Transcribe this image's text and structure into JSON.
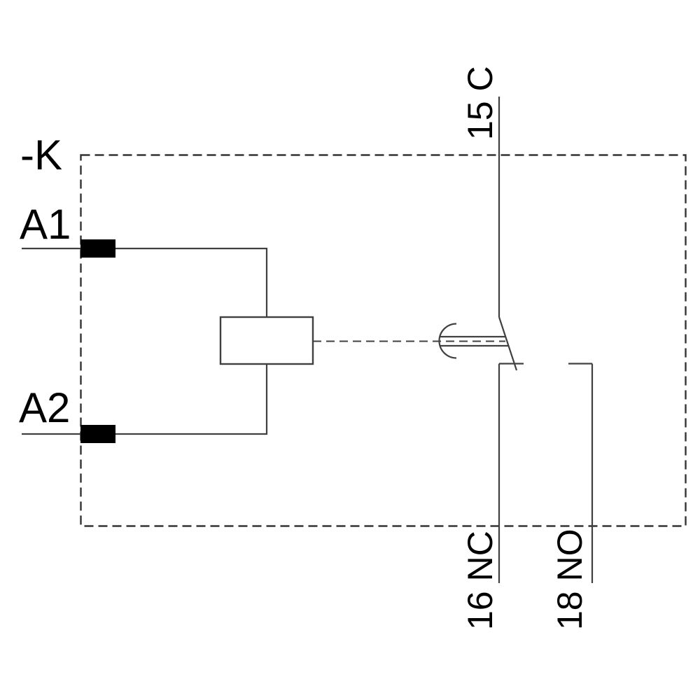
{
  "diagram": {
    "kind": "relay-coil-with-changeover-contact-schematic",
    "component_ref": "-K",
    "coil": {
      "terminal_a1": "A1",
      "terminal_a2": "A2"
    },
    "contact": {
      "common_label": "15 C",
      "nc_label": "16 NC",
      "no_label": "18 NO"
    },
    "colors": {
      "line": "#404040",
      "border_dash": "#333333",
      "text": "#000000",
      "terminal_fill": "#000000",
      "background": "#ffffff"
    }
  }
}
